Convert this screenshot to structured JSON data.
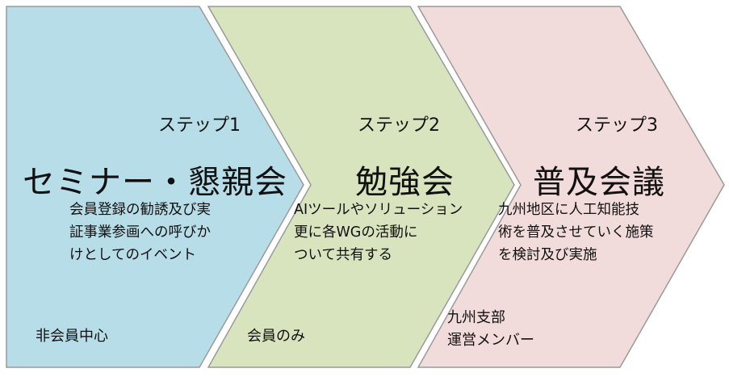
{
  "colors": {
    "step1_fill": "#b7dde8",
    "step2_fill": "#d7e4bd",
    "step3_fill": "#f2dcdb",
    "outline": "#9a9a9a"
  },
  "steps": [
    {
      "step_label": "ステップ1",
      "title": "セミナー・懇親会",
      "description": [
        "会員登録の勧誘及び実",
        "証事業参画への呼びか",
        "けとしてのイベント"
      ],
      "audience": [
        "非会員中心"
      ]
    },
    {
      "step_label": "ステップ2",
      "title": "勉強会",
      "description": [
        "AIツールやソリューション",
        "更に各WGの活動に",
        "ついて共有する"
      ],
      "audience": [
        "会員のみ"
      ]
    },
    {
      "step_label": "ステップ3",
      "title": "普及会議",
      "description": [
        "九州地区に人工知能技",
        "術を普及させていく施策",
        "を検討及び実施"
      ],
      "audience": [
        "九州支部",
        "運営メンバー"
      ]
    }
  ]
}
